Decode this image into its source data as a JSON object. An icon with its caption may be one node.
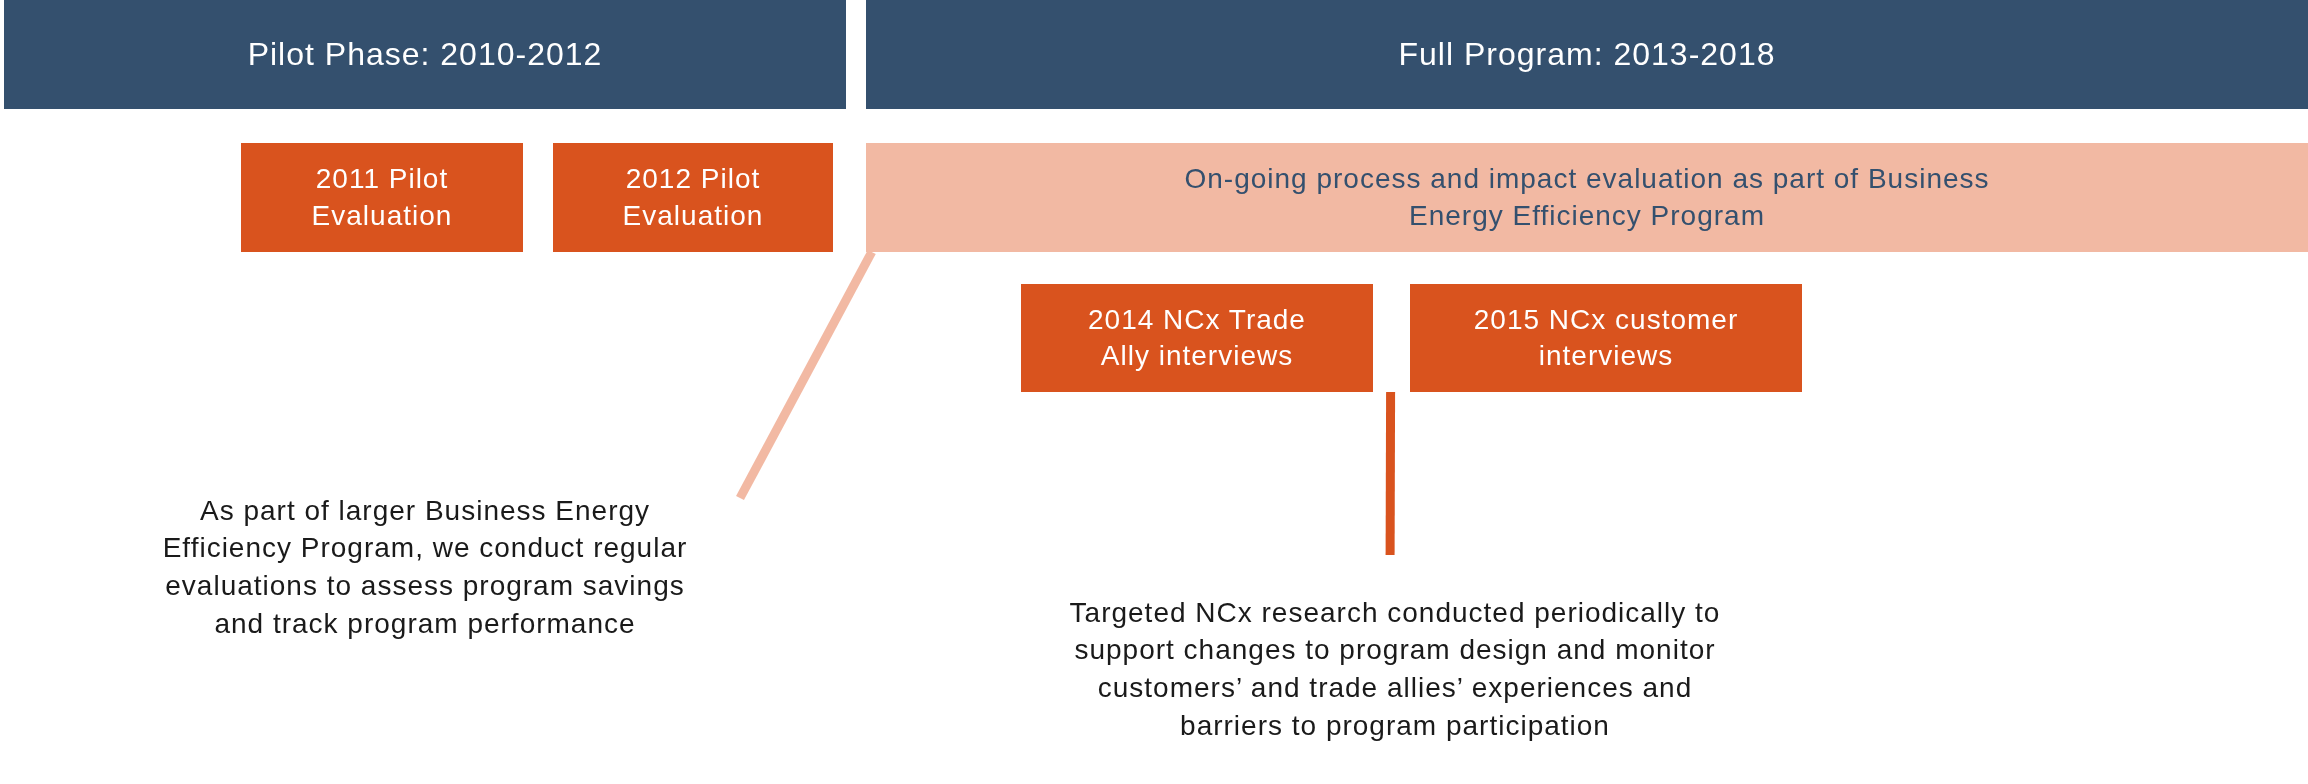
{
  "diagram": {
    "nodes": [
      {
        "text": [
          "Pilot Phase: 2010-2012"
        ]
      },
      {
        "text": [
          "Full Program: 2013-2018"
        ]
      },
      {
        "text": [
          "2011 Pilot Evaluation"
        ]
      },
      {
        "text": [
          "2012 Pilot Evaluation"
        ]
      },
      {
        "text": [
          "On-going process and impact evaluation as part of Business Energy Efficiency Program"
        ]
      },
      {
        "text": [
          "2014 NCx Trade Ally interviews"
        ]
      },
      {
        "text": [
          "2015 NCx customer interviews"
        ]
      },
      {
        "text": [
          "As part of larger Business Energy Efficiency Program, we conduct regular evaluations to assess program savings and track program performance"
        ]
      },
      {
        "text": [
          "Targeted NCx research conducted periodically to support changes to program design and monitor customers’ and trade allies’ experiences and barriers to program participation"
        ]
      }
    ],
    "edges": [
      {
        "from": 7,
        "to": 4,
        "arrow": "none",
        "color": "#f2b9a3"
      },
      {
        "from": 8,
        "to": 5,
        "arrow": "none",
        "color": "#d9531e"
      }
    ]
  }
}
